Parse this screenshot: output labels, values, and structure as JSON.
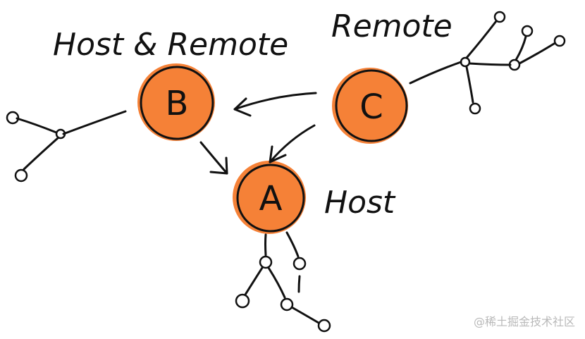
{
  "labels": {
    "host_and_remote": "Host & Remote",
    "remote": "Remote",
    "host": "Host"
  },
  "nodes": {
    "b": {
      "letter": "B"
    },
    "c": {
      "letter": "C"
    },
    "a": {
      "letter": "A"
    }
  },
  "watermark": "@稀土掘金技术社区",
  "colors": {
    "node_fill": "#F47A2C",
    "ink": "#111111",
    "watermark": "#B9B9B9"
  }
}
